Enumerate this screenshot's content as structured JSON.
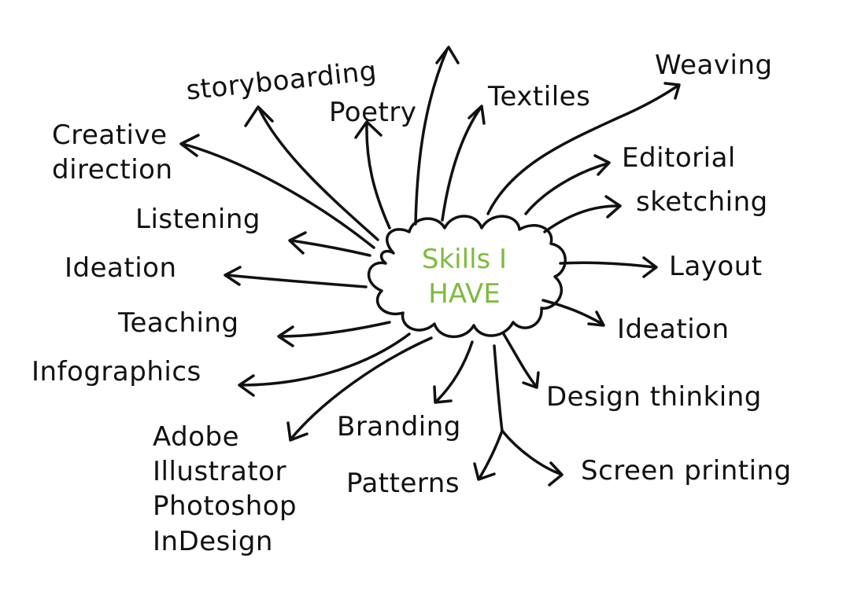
{
  "center": {
    "line1": "Skills I",
    "line2": "HAVE"
  },
  "skills": {
    "storyboarding": "storyboarding",
    "creative_direction_1": "Creative",
    "creative_direction_2": "direction",
    "poetry": "Poetry",
    "textiles": "Textiles",
    "weaving": "Weaving",
    "editorial": "Editorial",
    "sketching": "sketching",
    "listening": "Listening",
    "ideation_left": "Ideation",
    "layout": "Layout",
    "teaching": "Teaching",
    "ideation_right": "Ideation",
    "infographics": "Infographics",
    "design_thinking": "Design thinking",
    "branding": "Branding",
    "adobe": "Adobe",
    "illustrator": "Illustrator",
    "photoshop": "Photoshop",
    "indesign": "InDesign",
    "patterns": "Patterns",
    "screen_printing": "Screen printing"
  },
  "colors": {
    "ink": "#111111",
    "center_text": "#7dbb3e"
  }
}
